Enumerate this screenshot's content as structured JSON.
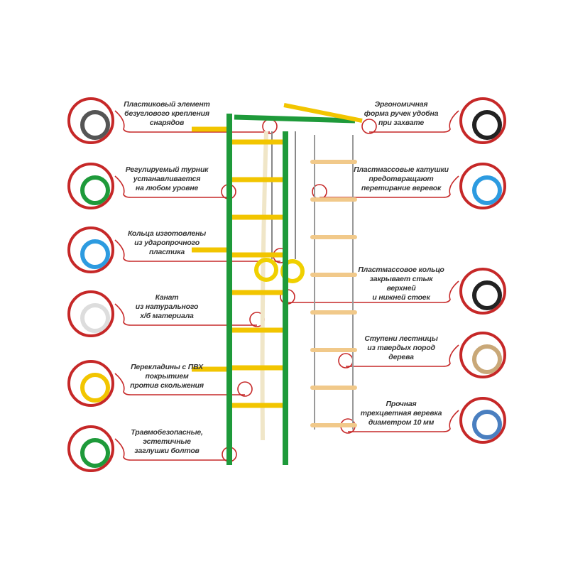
{
  "callouts_left": [
    {
      "lines": [
        "Пластиковый элемент",
        "безуглового крепления",
        "снарядов"
      ],
      "icon": "plastic-mount-icon"
    },
    {
      "lines": [
        "Регулируемый турник",
        "устанавливается",
        "на любом уровне"
      ],
      "icon": "adjustable-bar-icon"
    },
    {
      "lines": [
        "Кольца изготовлены",
        "из ударопрочного",
        "пластика"
      ],
      "icon": "ring-icon"
    },
    {
      "lines": [
        "Канат",
        "из натурального",
        "х/б материала"
      ],
      "icon": "rope-icon"
    },
    {
      "lines": [
        "Перекладины с ПВХ",
        "покрытием",
        "против скольжения"
      ],
      "icon": "rung-icon"
    },
    {
      "lines": [
        "Травмобезопасные,",
        "эстетичные",
        "заглушки болтов"
      ],
      "icon": "bolt-cap-icon"
    }
  ],
  "callouts_right": [
    {
      "lines": [
        "Эргономичная",
        "форма ручек удобна",
        "при захвате"
      ],
      "icon": "handle-icon"
    },
    {
      "lines": [
        "Пластмассовые катушки",
        "предотвращают",
        "перетирание веревок"
      ],
      "icon": "spool-icon"
    },
    {
      "lines": [
        "Пластмассовое кольцо",
        "закрывает стык",
        "верхней",
        "и нижней стоек"
      ],
      "icon": "joint-ring-icon"
    },
    {
      "lines": [
        "Ступени лестницы",
        "из твердых пород",
        "дерева"
      ],
      "icon": "wood-step-icon"
    },
    {
      "lines": [
        "Прочная",
        "трехцветная веревка",
        "диаметром 10 мм"
      ],
      "icon": "tricolor-rope-icon"
    }
  ],
  "colors": {
    "accent": "#c62828",
    "frame": "#1e9a3a",
    "rungs": "#f2c500",
    "wood": "#f1c98a"
  }
}
